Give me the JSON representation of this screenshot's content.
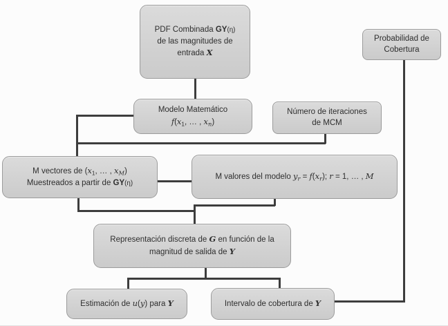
{
  "colors": {
    "box_fill": "#d2d2d2",
    "box_border": "#9b9b9b",
    "connector": "#3d3d3d",
    "text": "#2e2e2e",
    "background": "#fcfcfc"
  },
  "nodes": {
    "pdf_combinada": {
      "lines": [
        [
          {
            "t": "PDF Combinada "
          },
          {
            "t": "GY",
            "b": true
          },
          {
            "t": "(η)",
            "sm": true
          }
        ],
        [
          {
            "t": "de las magnitudes de"
          }
        ],
        [
          {
            "t": "entrada "
          },
          {
            "t": "X",
            "b": true,
            "i": true
          }
        ]
      ]
    },
    "probabilidad_cobertura": {
      "lines": [
        [
          {
            "t": "Probabilidad de"
          }
        ],
        [
          {
            "t": "Cobertura"
          }
        ]
      ]
    },
    "modelo_matematico": {
      "lines": [
        [
          {
            "t": "Modelo Matemático"
          }
        ],
        [
          {
            "t": "f",
            "i": true
          },
          {
            "t": "("
          },
          {
            "t": "x",
            "i": true
          },
          {
            "t": "1",
            "sub": true
          },
          {
            "t": ", … , "
          },
          {
            "t": "x",
            "i": true
          },
          {
            "t": "n",
            "i": true,
            "sub": true
          },
          {
            "t": ")"
          }
        ]
      ]
    },
    "numero_iteraciones": {
      "lines": [
        [
          {
            "t": "Número de iteraciones"
          }
        ],
        [
          {
            "t": "de MCM"
          }
        ]
      ]
    },
    "m_vectores": {
      "lines": [
        [
          {
            "t": "M vectores de ("
          },
          {
            "t": "x",
            "i": true
          },
          {
            "t": "1",
            "sub": true
          },
          {
            "t": ", … , "
          },
          {
            "t": "x",
            "i": true
          },
          {
            "t": "M",
            "i": true,
            "sub": true
          },
          {
            "t": ")"
          }
        ],
        [
          {
            "t": "Muestreados a partir de "
          },
          {
            "t": "GY",
            "b": true
          },
          {
            "t": "(η)",
            "sm": true
          }
        ]
      ]
    },
    "m_valores": {
      "lines": [
        [
          {
            "t": "M valores del modelo "
          },
          {
            "t": "y",
            "i": true
          },
          {
            "t": "r",
            "i": true,
            "sub": true
          },
          {
            "t": " = "
          },
          {
            "t": "f",
            "i": true
          },
          {
            "t": "("
          },
          {
            "t": "x",
            "i": true
          },
          {
            "t": "r",
            "i": true,
            "sub": true
          },
          {
            "t": "); "
          },
          {
            "t": "r",
            "i": true
          },
          {
            "t": " = 1, … , "
          },
          {
            "t": "M",
            "i": true
          }
        ]
      ]
    },
    "representacion_discreta": {
      "lines": [
        [
          {
            "t": "Representación discreta de "
          },
          {
            "t": "G",
            "b": true,
            "i": true
          },
          {
            "t": " en función de la"
          }
        ],
        [
          {
            "t": "magnitud de salida de "
          },
          {
            "t": "Y",
            "b": true,
            "i": true
          }
        ]
      ]
    },
    "estimacion_u": {
      "lines": [
        [
          {
            "t": "Estimación de "
          },
          {
            "t": "u",
            "i": true
          },
          {
            "t": "("
          },
          {
            "t": "y",
            "i": true
          },
          {
            "t": ") para "
          },
          {
            "t": "Y",
            "b": true,
            "i": true
          }
        ]
      ]
    },
    "intervalo_cobertura": {
      "lines": [
        [
          {
            "t": "Intervalo de cobertura de "
          },
          {
            "t": "Y",
            "b": true,
            "i": true
          }
        ]
      ]
    }
  }
}
